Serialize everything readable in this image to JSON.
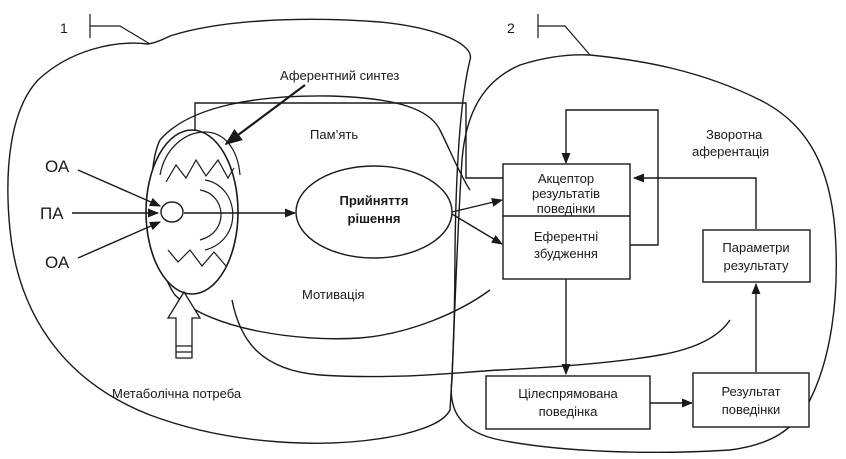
{
  "diagram": {
    "markers": {
      "left": "1",
      "right": "2"
    },
    "labels": {
      "afferent_synthesis": "Аферентний синтез",
      "memory": "Пам’ять",
      "motivation": "Мотивація",
      "metabolic_need": "Метаболічна потреба",
      "oa_top": "ОА",
      "pa": "ПА",
      "oa_bottom": "ОА",
      "feedback": [
        "Зворотна",
        "аферентація"
      ]
    },
    "decision": [
      "Прийняття",
      "рішення"
    ],
    "boxes": {
      "acceptor": [
        "Акцептор",
        "результатів",
        "поведінки"
      ],
      "efferent": [
        "Еферентні",
        "збудження"
      ],
      "parameters": [
        "Параметри",
        "результату"
      ],
      "goal_behavior": [
        "Цілеспрямована",
        "поведінка"
      ],
      "result": [
        "Результат",
        "поведінки"
      ]
    }
  }
}
